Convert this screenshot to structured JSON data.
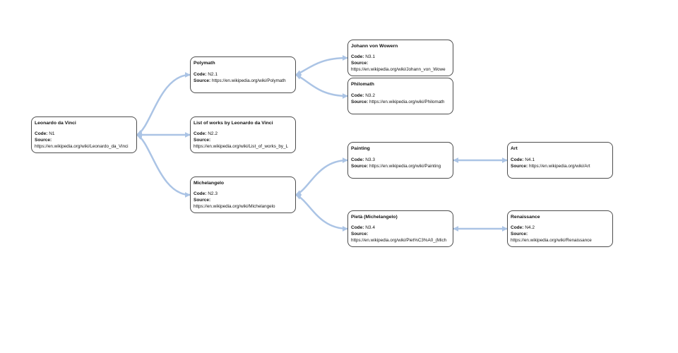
{
  "labels": {
    "code": "Code:",
    "source": "Source:"
  },
  "nodes": [
    {
      "id": "N1",
      "title": "Leonardo da Vinci",
      "code": "N1",
      "source": "https://en.wikipedia.org/wiki/Leonardo_da_Vinci",
      "source_layout": "stacked"
    },
    {
      "id": "N2.1",
      "title": "Polymath",
      "code": "N2.1",
      "source": "https://en.wikipedia.org/wiki/Polymath",
      "source_layout": "inline"
    },
    {
      "id": "N2.2",
      "title": "List of works by Leonardo da Vinci",
      "code": "N2.2",
      "source": "https://en.wikipedia.org/wiki/List_of_works_by_L",
      "source_layout": "stacked"
    },
    {
      "id": "N2.3",
      "title": "Michelangelo",
      "code": "N2.3",
      "source": "https://en.wikipedia.org/wiki/Michelangelo",
      "source_layout": "stacked"
    },
    {
      "id": "N3.1",
      "title": "Johann von Wowern",
      "code": "N3.1",
      "source": "https://en.wikipedia.org/wiki/Johann_von_Wowe",
      "source_layout": "stacked"
    },
    {
      "id": "N3.2",
      "title": "Philomath",
      "code": "N3.2",
      "source": "https://en.wikipedia.org/wiki/Philomath",
      "source_layout": "inline"
    },
    {
      "id": "N3.3",
      "title": "Painting",
      "code": "N3.3",
      "source": "https://en.wikipedia.org/wiki/Painting",
      "source_layout": "inline"
    },
    {
      "id": "N3.4",
      "title": "Pietà (Michelangelo)",
      "code": "N3.4",
      "source": "https://en.wikipedia.org/wiki/Piet%C3%A0_(Mich",
      "source_layout": "stacked"
    },
    {
      "id": "N4.1",
      "title": "Art",
      "code": "N4.1",
      "source": "https://en.wikipedia.org/wiki/Art",
      "source_layout": "inline"
    },
    {
      "id": "N4.2",
      "title": "Renaissance",
      "code": "N4.2",
      "source": "https://en.wikipedia.org/wiki/Renaissance",
      "source_layout": "stacked"
    }
  ],
  "edges": [
    {
      "from": "N1",
      "to": "N2.1",
      "bidirectional": true
    },
    {
      "from": "N1",
      "to": "N2.2",
      "bidirectional": true
    },
    {
      "from": "N1",
      "to": "N2.3",
      "bidirectional": true
    },
    {
      "from": "N2.1",
      "to": "N3.1",
      "bidirectional": true
    },
    {
      "from": "N2.1",
      "to": "N3.2",
      "bidirectional": true
    },
    {
      "from": "N2.3",
      "to": "N3.3",
      "bidirectional": true
    },
    {
      "from": "N2.3",
      "to": "N3.4",
      "bidirectional": true
    },
    {
      "from": "N3.3",
      "to": "N4.1",
      "bidirectional": true
    },
    {
      "from": "N3.4",
      "to": "N4.2",
      "bidirectional": true
    }
  ],
  "colors": {
    "edge": "#abc4e5",
    "node_border": "#4d4d4d",
    "node_fill": "#ffffff",
    "text": "#111111",
    "background": "#ffffff"
  }
}
